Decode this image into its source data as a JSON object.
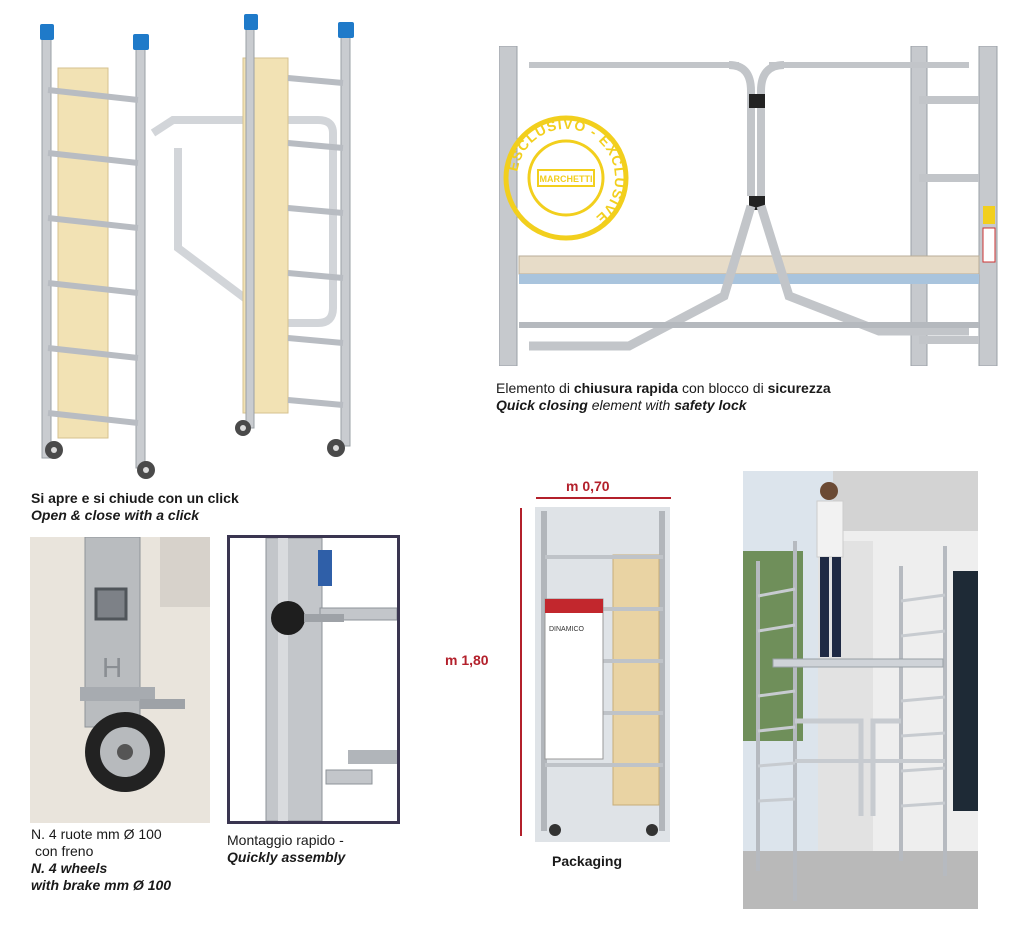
{
  "colors": {
    "accent_red": "#b3202b",
    "aluminium": "#c9ccd0",
    "plywood": "#f2e2b4",
    "cap_blue": "#1f7ac9",
    "stamp_yellow": "#f2cf1d"
  },
  "caption_open": {
    "it": "Si apre e si chiude con un click",
    "en": "Open & close with a click"
  },
  "caption_quick": {
    "it_1": "Elemento di ",
    "it_b1": "chiusura rapida",
    "it_2": " con blocco di ",
    "it_b2": "sicurezza",
    "en_b1": "Quick closing",
    "en_1": " element with ",
    "en_b2": "safety lock"
  },
  "stamp": {
    "top": "ESCLUSIVO - EXCLUSIVE",
    "brand": "MARCHETTI"
  },
  "caption_wheels": {
    "it_1": "N. 4 ruote mm Ø 100",
    "it_2": "con freno",
    "en_1": "N. 4 wheels",
    "en_2": "with brake mm Ø 100"
  },
  "caption_assembly": {
    "it": "Montaggio rapido -",
    "en": "Quickly assembly"
  },
  "packaging": {
    "width_label": "m 0,70",
    "height_label": "m 1,80",
    "caption": "Packaging",
    "box_label": "DINAMICO"
  }
}
